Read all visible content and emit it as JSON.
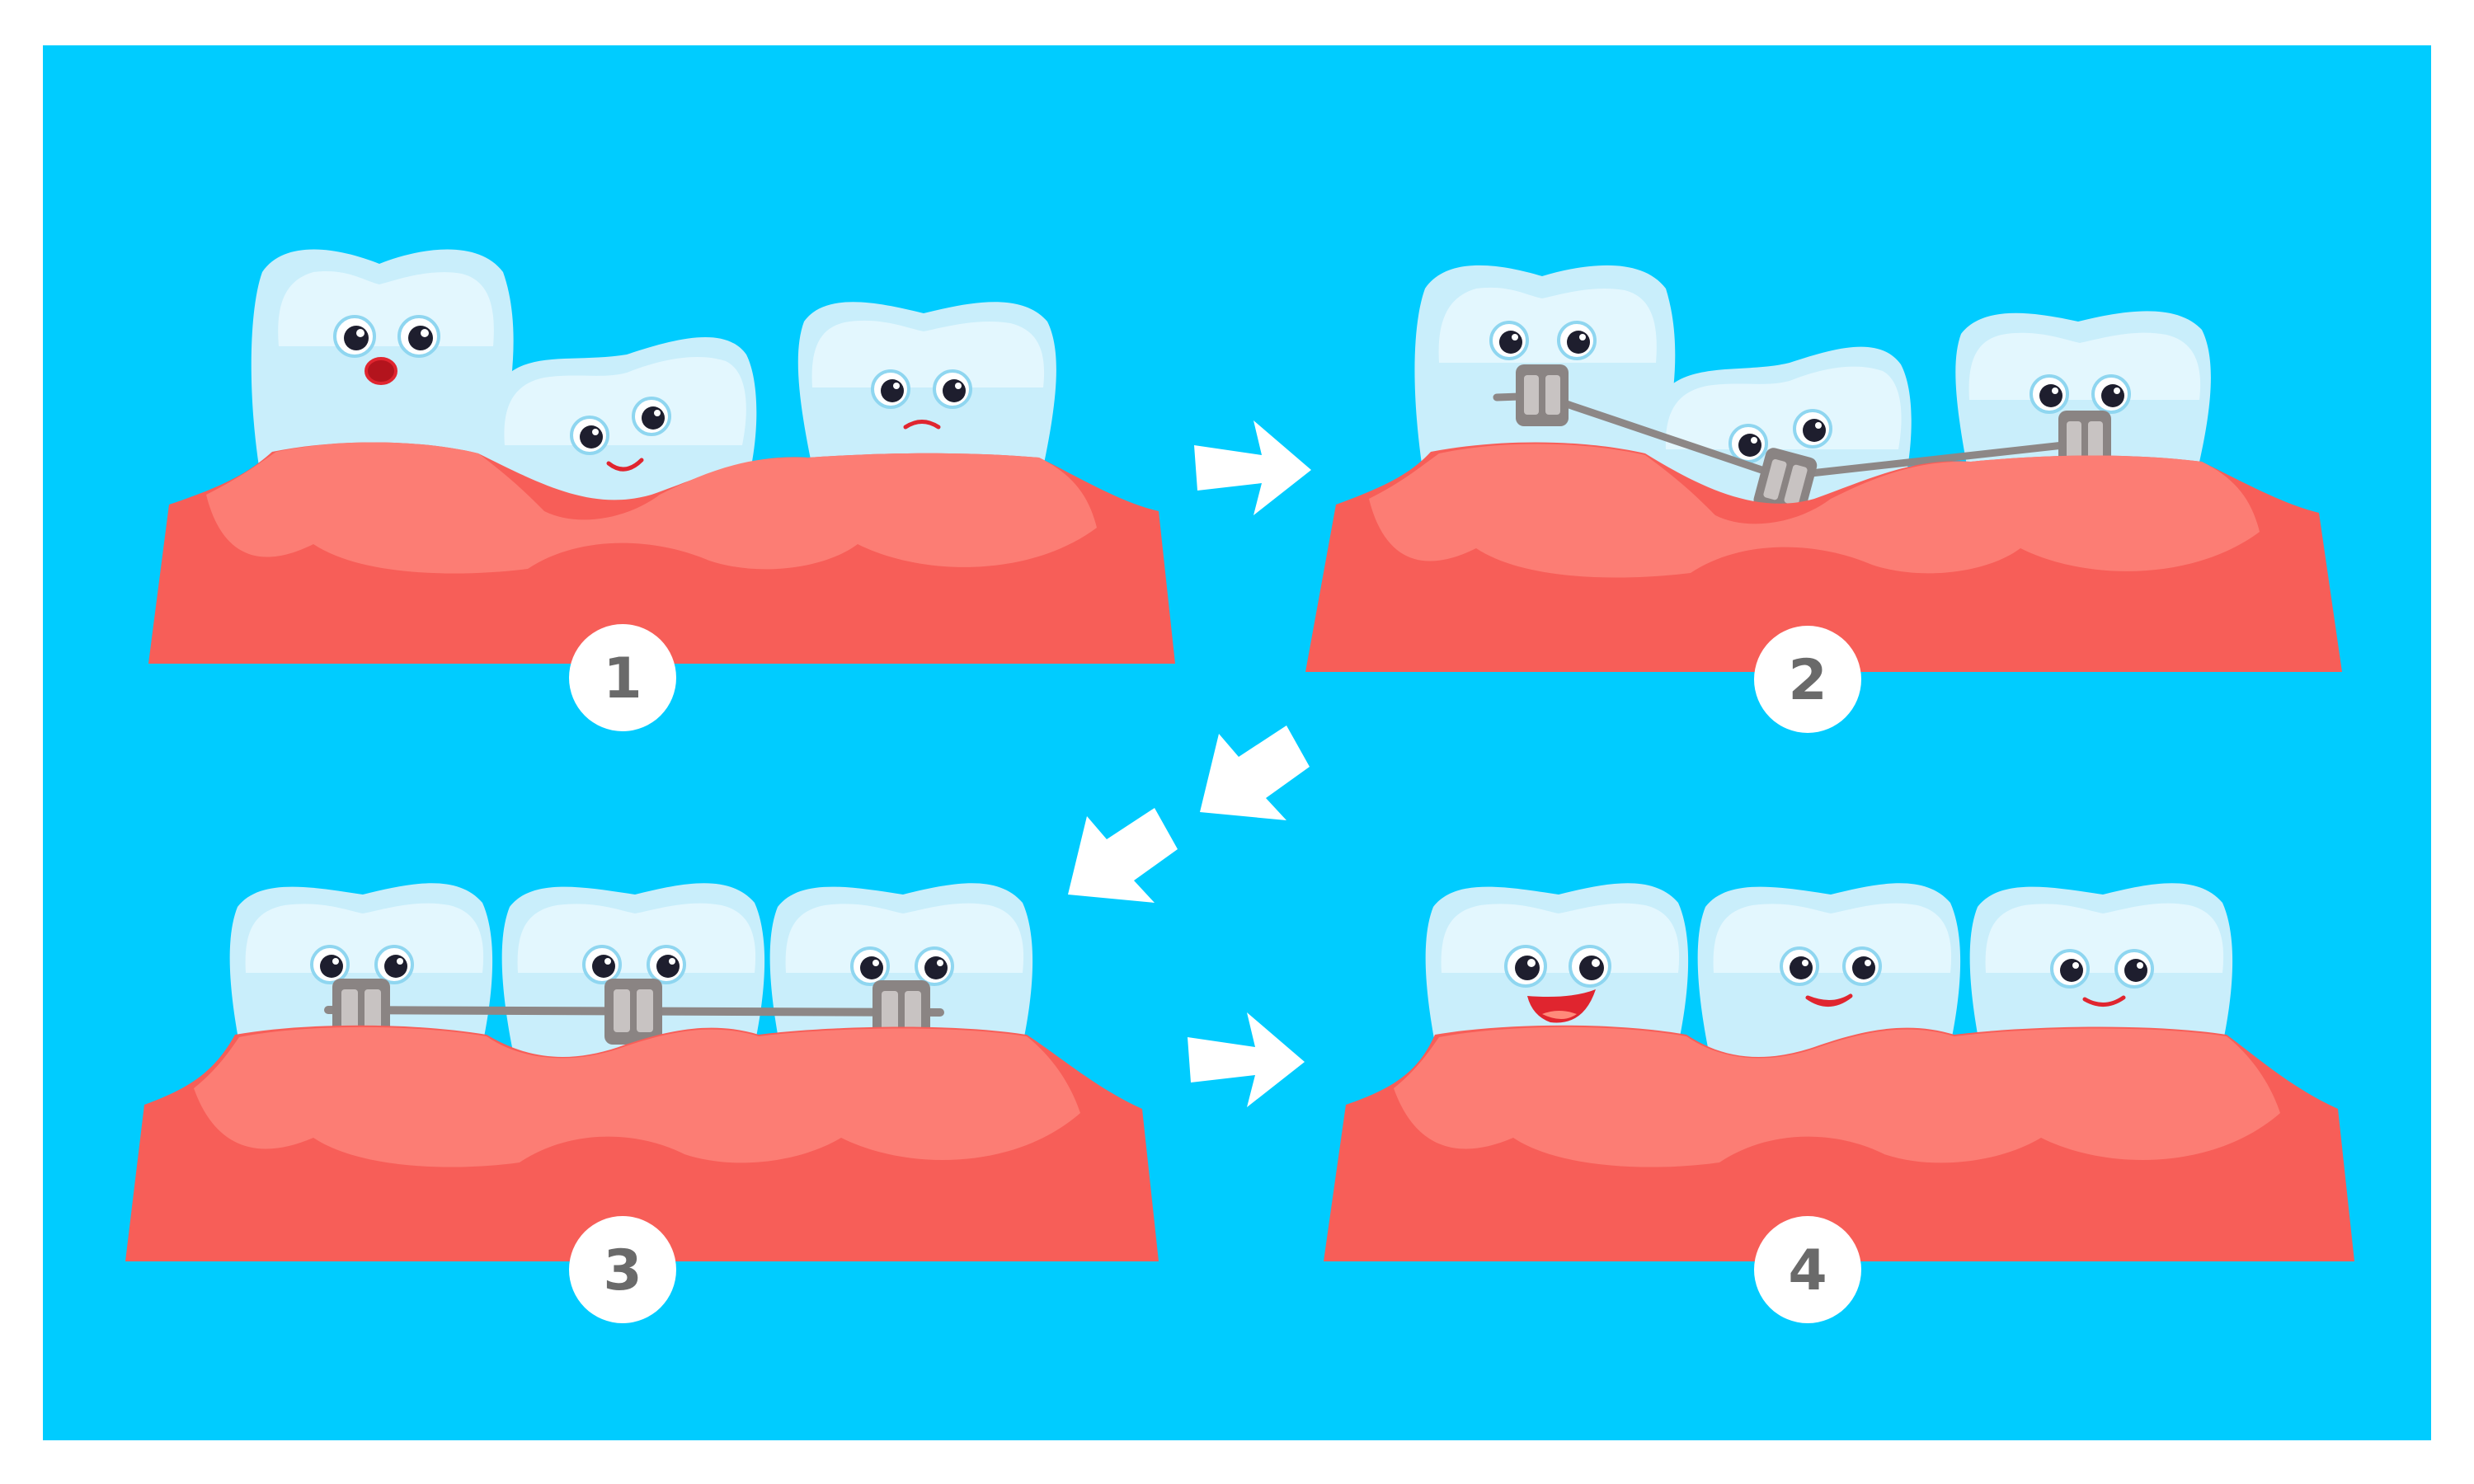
{
  "colors": {
    "background": "#00ccff",
    "frame": "#ffffff",
    "gum": "#f75e58",
    "gum_light": "#fc7d74",
    "tooth": "#c9eefb",
    "tooth_highlight": "#f4fcff",
    "eye": "#1e1e2e",
    "bracket": "#8a8483",
    "wire": "#8d8786",
    "mouth": "#e0252f",
    "arrow": "#ffffff",
    "badge": "#ffffff",
    "badge_text": "#6a6a6a"
  },
  "steps": [
    {
      "number": "1",
      "expressions": [
        "surprised",
        "smile",
        "worried"
      ],
      "braces": "none"
    },
    {
      "number": "2",
      "expressions": [
        "neutral",
        "neutral",
        "neutral"
      ],
      "braces": "misaligned"
    },
    {
      "number": "3",
      "expressions": [
        "neutral",
        "neutral",
        "neutral"
      ],
      "braces": "aligned"
    },
    {
      "number": "4",
      "expressions": [
        "big-smile",
        "smile",
        "smile"
      ],
      "braces": "none"
    }
  ],
  "arrows": [
    {
      "from": "1",
      "to": "2",
      "icon": "arrow-right-icon"
    },
    {
      "from": "2",
      "to": "3",
      "icon": "arrow-down-left-icon"
    },
    {
      "from": "3",
      "to": "4",
      "icon": "arrow-right-icon"
    }
  ]
}
